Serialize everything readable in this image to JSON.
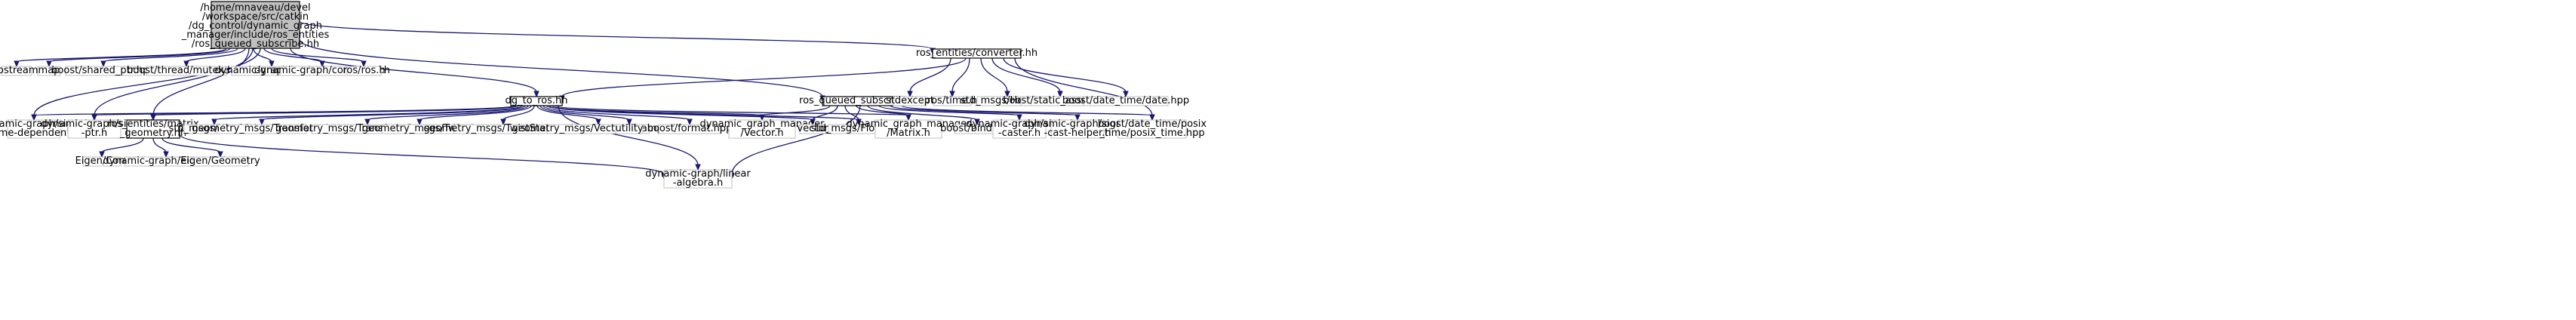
{
  "root": {
    "lines": [
      "/home/mnaveau/devel",
      "/workspace/src/catkin",
      "/dg_control/dynamic_graph",
      "_manager/include/ros_entities",
      "/ros_queued_subscribe.hh"
    ]
  },
  "nodes": [
    {
      "id": "iostream",
      "lines": [
        "iostream"
      ]
    },
    {
      "id": "map",
      "lines": [
        "map"
      ]
    },
    {
      "id": "shared_ptr",
      "lines": [
        "boost/shared_ptr.hpp"
      ]
    },
    {
      "id": "mutex",
      "lines": [
        "boost/thread/mutex.hpp"
      ]
    },
    {
      "id": "entity",
      "lines": [
        "dynamic-graph/entity.h"
      ]
    },
    {
      "id": "command",
      "lines": [
        "dynamic-graph/command.h"
      ]
    },
    {
      "id": "rosh",
      "lines": [
        "ros/ros.h"
      ]
    },
    {
      "id": "converter",
      "lines": [
        "ros_entities/converter.hh"
      ]
    },
    {
      "id": "dgtoros",
      "lines": [
        "dg_to_ros.hh"
      ]
    },
    {
      "id": "rqshxx",
      "lines": [
        "ros_queued_subscribe.hxx"
      ]
    },
    {
      "id": "stdexcept",
      "lines": [
        "stdexcept"
      ]
    },
    {
      "id": "rostime",
      "lines": [
        "ros/time.h"
      ]
    },
    {
      "id": "header",
      "lines": [
        "std_msgs/Header.h"
      ]
    },
    {
      "id": "staticassert",
      "lines": [
        "boost/static_assert.hpp"
      ]
    },
    {
      "id": "datetime",
      "lines": [
        "boost/date_time/date.hpp"
      ]
    },
    {
      "id": "sigtime",
      "lines": [
        "dynamic-graph/signal",
        "-time-dependent.h"
      ]
    },
    {
      "id": "sigptr",
      "lines": [
        "dynamic-graph/signal",
        "-ptr.h"
      ]
    },
    {
      "id": "matrixgeom",
      "lines": [
        "ros_entities/matrix",
        "_geometry.hh"
      ]
    },
    {
      "id": "uint32",
      "lines": [
        "std_msgs/UInt32.h"
      ]
    },
    {
      "id": "transform",
      "lines": [
        "geometry_msgs/Transform.h"
      ]
    },
    {
      "id": "transformst",
      "lines": [
        "geometry_msgs/TransformStamped.h"
      ]
    },
    {
      "id": "twist",
      "lines": [
        "geometry_msgs/Twist.h"
      ]
    },
    {
      "id": "twistst",
      "lines": [
        "geometry_msgs/TwistStamped.h"
      ]
    },
    {
      "id": "vec3st",
      "lines": [
        "geometry_msgs/Vector3Stamped.h"
      ]
    },
    {
      "id": "utility",
      "lines": [
        "utility"
      ]
    },
    {
      "id": "format",
      "lines": [
        "boost/format.hpp"
      ]
    },
    {
      "id": "dgmvector",
      "lines": [
        "dynamic_graph_manager",
        "/Vector.h"
      ]
    },
    {
      "id": "vector",
      "lines": [
        "vector"
      ]
    },
    {
      "id": "float64",
      "lines": [
        "std_msgs/Float64.h"
      ]
    },
    {
      "id": "dgmmatrix",
      "lines": [
        "dynamic_graph_manager",
        "/Matrix.h"
      ]
    },
    {
      "id": "bind",
      "lines": [
        "boost/bind.hpp"
      ]
    },
    {
      "id": "caster",
      "lines": [
        "dynamic-graph/signal",
        "-caster.h"
      ]
    },
    {
      "id": "casthelper",
      "lines": [
        "dynamic-graph/signal",
        "-cast-helper.h"
      ]
    },
    {
      "id": "posix",
      "lines": [
        "boost/date_time/posix",
        "_time/posix_time.hpp"
      ]
    },
    {
      "id": "eigencore",
      "lines": [
        "Eigen/Core"
      ]
    },
    {
      "id": "eigenio",
      "lines": [
        "dynamic-graph/eigen-io.h"
      ]
    },
    {
      "id": "eigengeom",
      "lines": [
        "Eigen/Geometry"
      ]
    },
    {
      "id": "linalg",
      "lines": [
        "dynamic-graph/linear",
        "-algebra.h"
      ]
    }
  ]
}
